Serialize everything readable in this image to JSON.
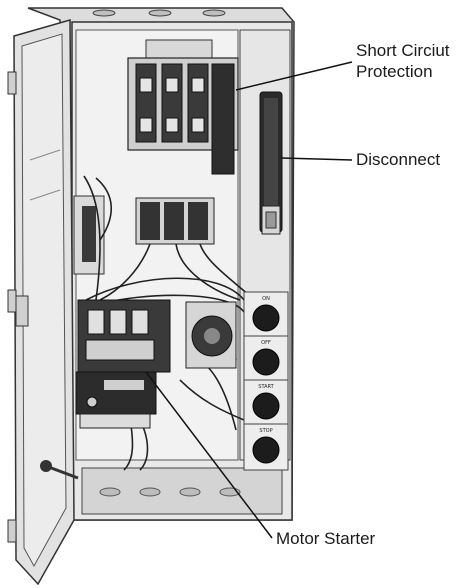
{
  "callouts": {
    "short_circuit_line1": "Short Circiut",
    "short_circuit_line2": "Protection",
    "disconnect": "Disconnect",
    "motor_starter": "Motor Starter"
  },
  "push_buttons": [
    {
      "label": "ON"
    },
    {
      "label": "OFF"
    },
    {
      "label": "START"
    },
    {
      "label": "STOP"
    }
  ],
  "colors": {
    "enclosure": "#e4e4e4",
    "interior_panel": "#f0f0f0",
    "component_dark": "#2b2b2b",
    "button_face": "#1c1c1c",
    "leader_line": "#111111"
  }
}
